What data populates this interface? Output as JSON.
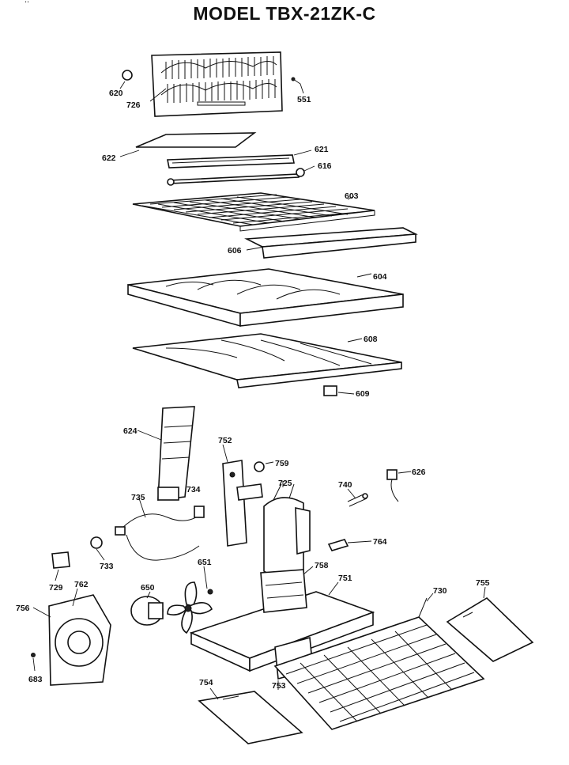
{
  "corner_text": "\" ..",
  "title": "MODEL TBX-21ZK-C",
  "parts": {
    "p620": "620",
    "p726": "726",
    "p551": "551",
    "p622": "622",
    "p621": "621",
    "p616": "616",
    "p603": "603",
    "p606": "606",
    "p604": "604",
    "p608": "608",
    "p609": "609",
    "p624": "624",
    "p752": "752",
    "p759": "759",
    "p725": "725",
    "p740": "740",
    "p626": "626",
    "p735": "735",
    "p734": "734",
    "p764": "764",
    "p733": "733",
    "p651": "651",
    "p758": "758",
    "p751": "751",
    "p729": "729",
    "p762": "762",
    "p650": "650",
    "p730": "730",
    "p755": "755",
    "p756": "756",
    "p683": "683",
    "p754": "754",
    "p753": "753"
  }
}
